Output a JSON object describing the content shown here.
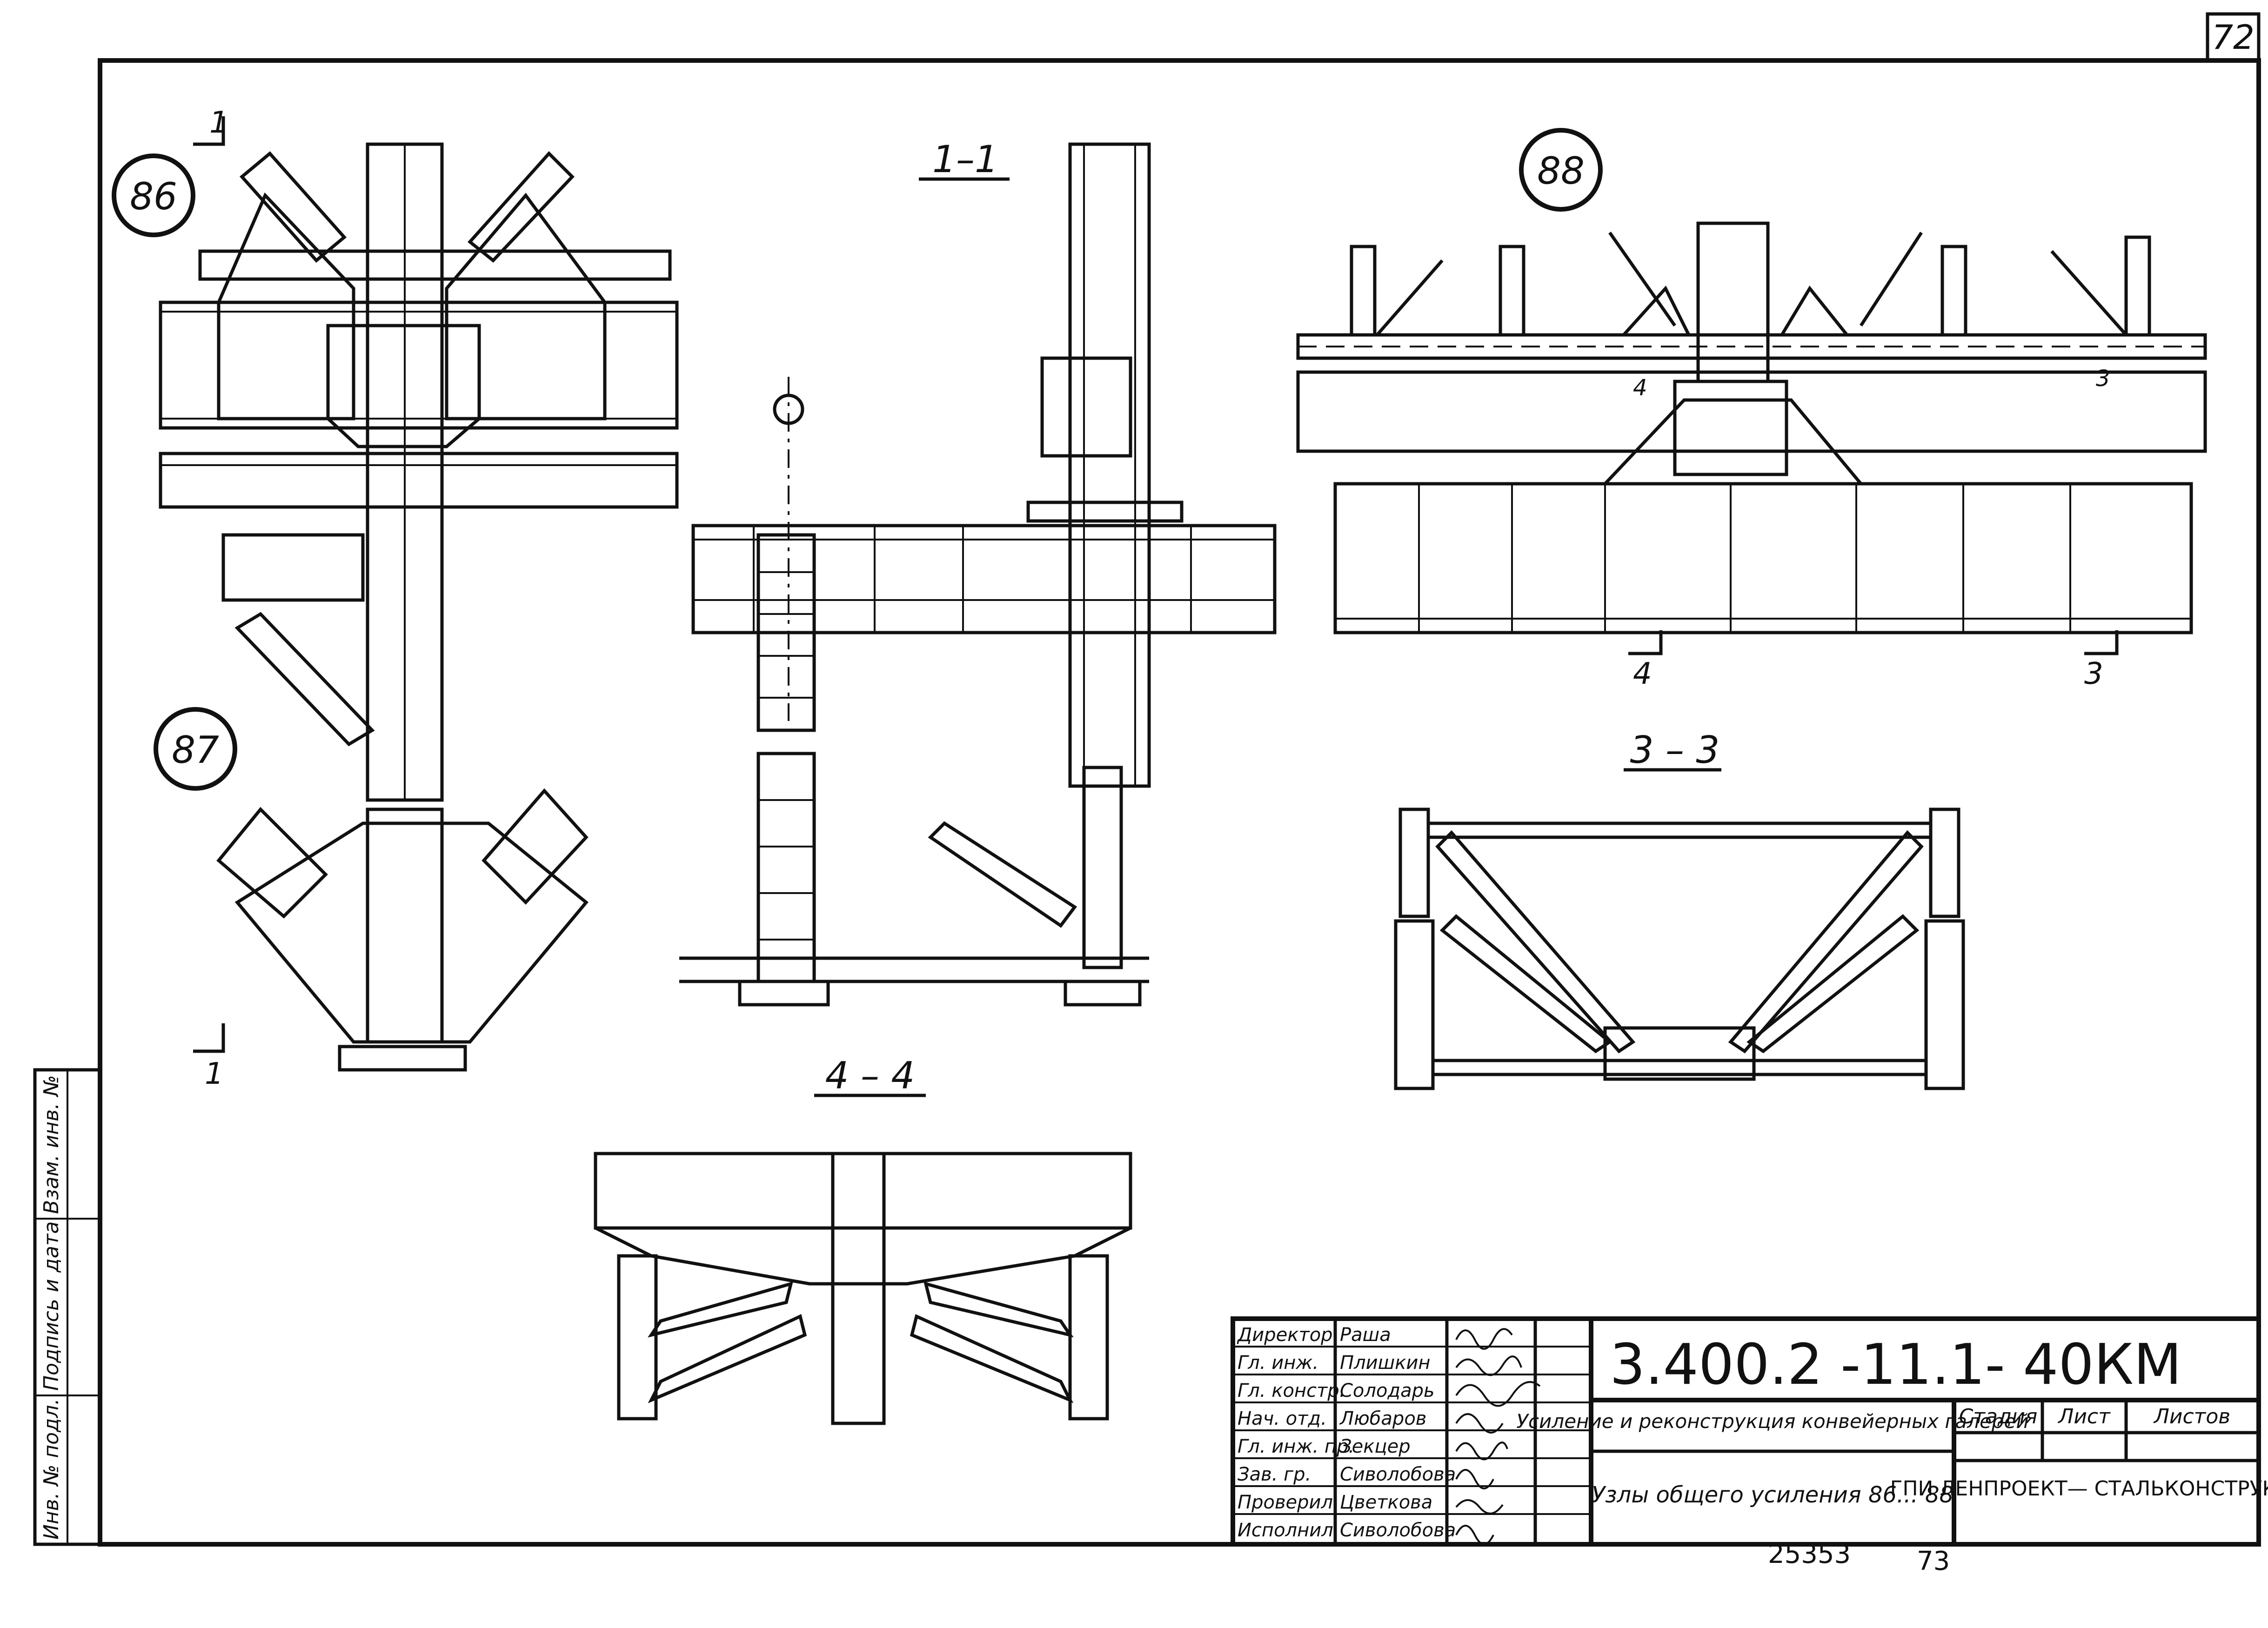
{
  "sheet": {
    "number": "72",
    "archive_number": "25353",
    "page": "73"
  },
  "views": {
    "node_86": "86",
    "node_87": "87",
    "node_88": "88",
    "section_1_1": "1–1",
    "section_3_3": "3 – 3",
    "section_4_4": "4 – 4",
    "cut_1": "1",
    "cut_3": "3",
    "cut_4": "4"
  },
  "side_stamp": {
    "inv_podl": "Инв. № подл.",
    "podpis_data": "Подпись и дата",
    "vzam_inv": "Взам. инв. №"
  },
  "title_block": {
    "code": "3.400.2 -11.1- 40КМ",
    "description": "Усиление и реконструкция конвейерных галерей",
    "sheet_title": "Узлы общего усиления 86... 88",
    "stage_label": "Стадия",
    "sheet_label": "Лист",
    "sheets_label": "Листов",
    "organization": "ГПИ ЛЕНПРОЕКТ— СТАЛЬКОНСТРУКЦИЯ",
    "staff": [
      {
        "role": "Директор",
        "name": "Раша"
      },
      {
        "role": "Гл. инж.",
        "name": "Плишкин"
      },
      {
        "role": "Гл. констр.",
        "name": "Солодарь"
      },
      {
        "role": "Нач. отд.",
        "name": "Любаров"
      },
      {
        "role": "Гл. инж. пр.",
        "name": "Зекцер"
      },
      {
        "role": "Зав. гр.",
        "name": "Сиволобова"
      },
      {
        "role": "Проверил",
        "name": "Цветкова"
      },
      {
        "role": "Исполнил",
        "name": "Сиволобова"
      }
    ]
  }
}
